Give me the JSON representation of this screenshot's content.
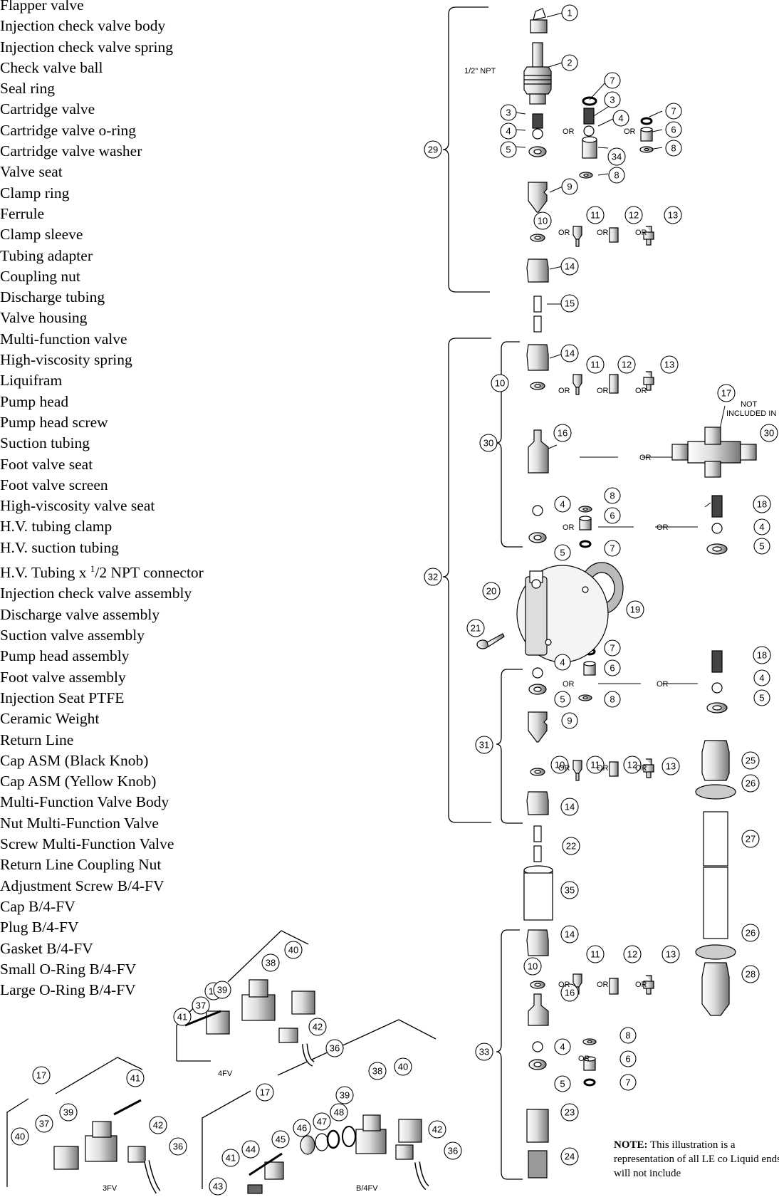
{
  "parts_list": [
    "Flapper valve",
    "Injection check valve body",
    "Injection check valve spring",
    "Check valve ball",
    "Seal ring",
    "Cartridge valve",
    "Cartridge valve o-ring",
    "Cartridge valve washer",
    "Valve seat",
    "Clamp ring",
    "Ferrule",
    "Clamp sleeve",
    "Tubing adapter",
    "Coupling nut",
    "Discharge tubing",
    "Valve housing",
    "Multi-function valve",
    "High-viscosity spring",
    "Liquifram",
    "Pump head",
    "Pump head screw",
    "Suction tubing",
    "Foot valve seat",
    "Foot valve screen",
    "High-viscosity valve seat",
    "H.V. tubing clamp",
    "H.V. suction tubing",
    "H.V. Tubing x 1/2 NPT connector",
    "Injection check valve assembly",
    "Discharge valve assembly",
    "Suction valve assembly",
    "Pump head assembly",
    "Foot valve assembly",
    "Injection Seat PTFE",
    "Ceramic Weight",
    "Return Line",
    "Cap ASM (Black Knob)",
    "Cap ASM (Yellow Knob)",
    "Multi-Function Valve Body",
    "Nut Multi-Function Valve",
    "Screw Multi-Function Valve",
    "Return Line Coupling Nut",
    "Adjustment Screw B/4-FV",
    "Cap B/4-FV",
    "Plug B/4-FV",
    "Gasket B/4-FV",
    "Small O-Ring B/4-FV",
    "Large O-Ring B/4-FV"
  ],
  "labels": {
    "npt": "1/2\" NPT",
    "or": "OR",
    "not_included_1": "NOT",
    "not_included_2": "INCLUDED IN",
    "variant_4fv": "4FV",
    "variant_3fv": "3FV",
    "variant_b4fv": "B/4FV"
  },
  "note": {
    "bold": "NOTE:",
    "text": " This illustration is a representation of all LE co Liquid ends will not include"
  }
}
